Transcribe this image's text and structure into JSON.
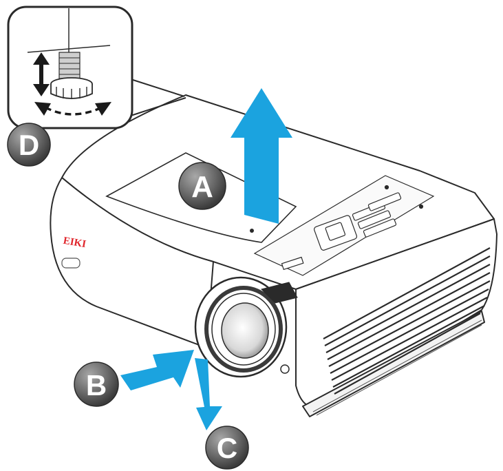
{
  "brand": {
    "logo_text": "EIKI"
  },
  "labels": {
    "a": "A",
    "b": "B",
    "c": "C",
    "d": "D"
  },
  "colors": {
    "arrow": "#1ba3df",
    "callout_fill": "#6b6b6b",
    "line": "#2a2a2a",
    "brand_red": "#e0262c"
  },
  "icons": {
    "up_down": "double-headed-arrow-icon",
    "rotate": "rotation-arrow-icon"
  }
}
